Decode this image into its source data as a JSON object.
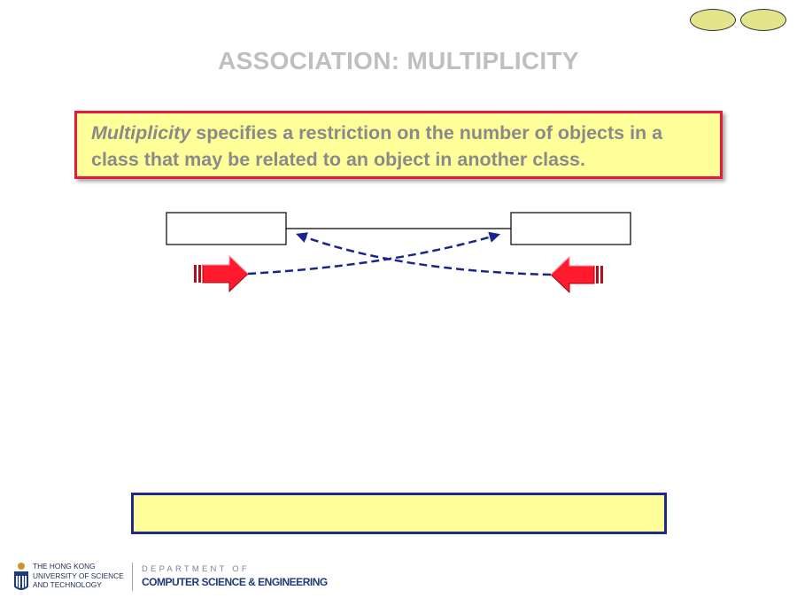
{
  "title": "ASSOCIATION: MULTIPLICITY",
  "definition": {
    "term": "Multiplicity",
    "text": " specifies a restriction on the number of objects in a class that may be related to an object in another class."
  },
  "colors": {
    "title": "#bfbfbf",
    "definition_bg": "#ffff99",
    "definition_border": "#e8193c",
    "arrow_red": "#ff1a2e",
    "dashed_blue": "#1a2490",
    "note_border": "#1f2a8c",
    "nav_button": "#e4e48a"
  },
  "diagram": {
    "left_class_label": "",
    "right_class_label": "",
    "note_text": ""
  },
  "footer": {
    "university_line1": "THE HONG KONG",
    "university_line2": "UNIVERSITY OF SCIENCE",
    "university_line3": "AND TECHNOLOGY",
    "department_top": "DEPARTMENT OF",
    "department_bottom": "COMPUTER SCIENCE & ENGINEERING"
  }
}
